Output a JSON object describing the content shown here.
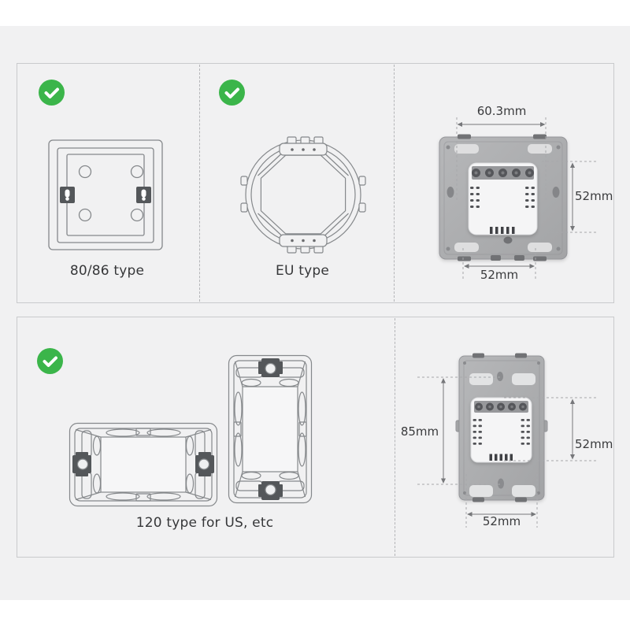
{
  "figure": {
    "icons": {
      "check": "check-circle-icon",
      "check_color": "#3BB54A"
    },
    "top_panel": {
      "box_8086": {
        "label": "80/86 type"
      },
      "eu_ring": {
        "label": "EU type"
      },
      "eu_switch": {
        "dim_top": "60.3mm",
        "dim_right": "52mm",
        "dim_bottom": "52mm"
      }
    },
    "bottom_panel": {
      "box_120": {
        "label": "120 type for US, etc"
      },
      "us_switch": {
        "dim_left": "85mm",
        "dim_right": "52mm",
        "dim_bottom": "52mm"
      }
    }
  }
}
